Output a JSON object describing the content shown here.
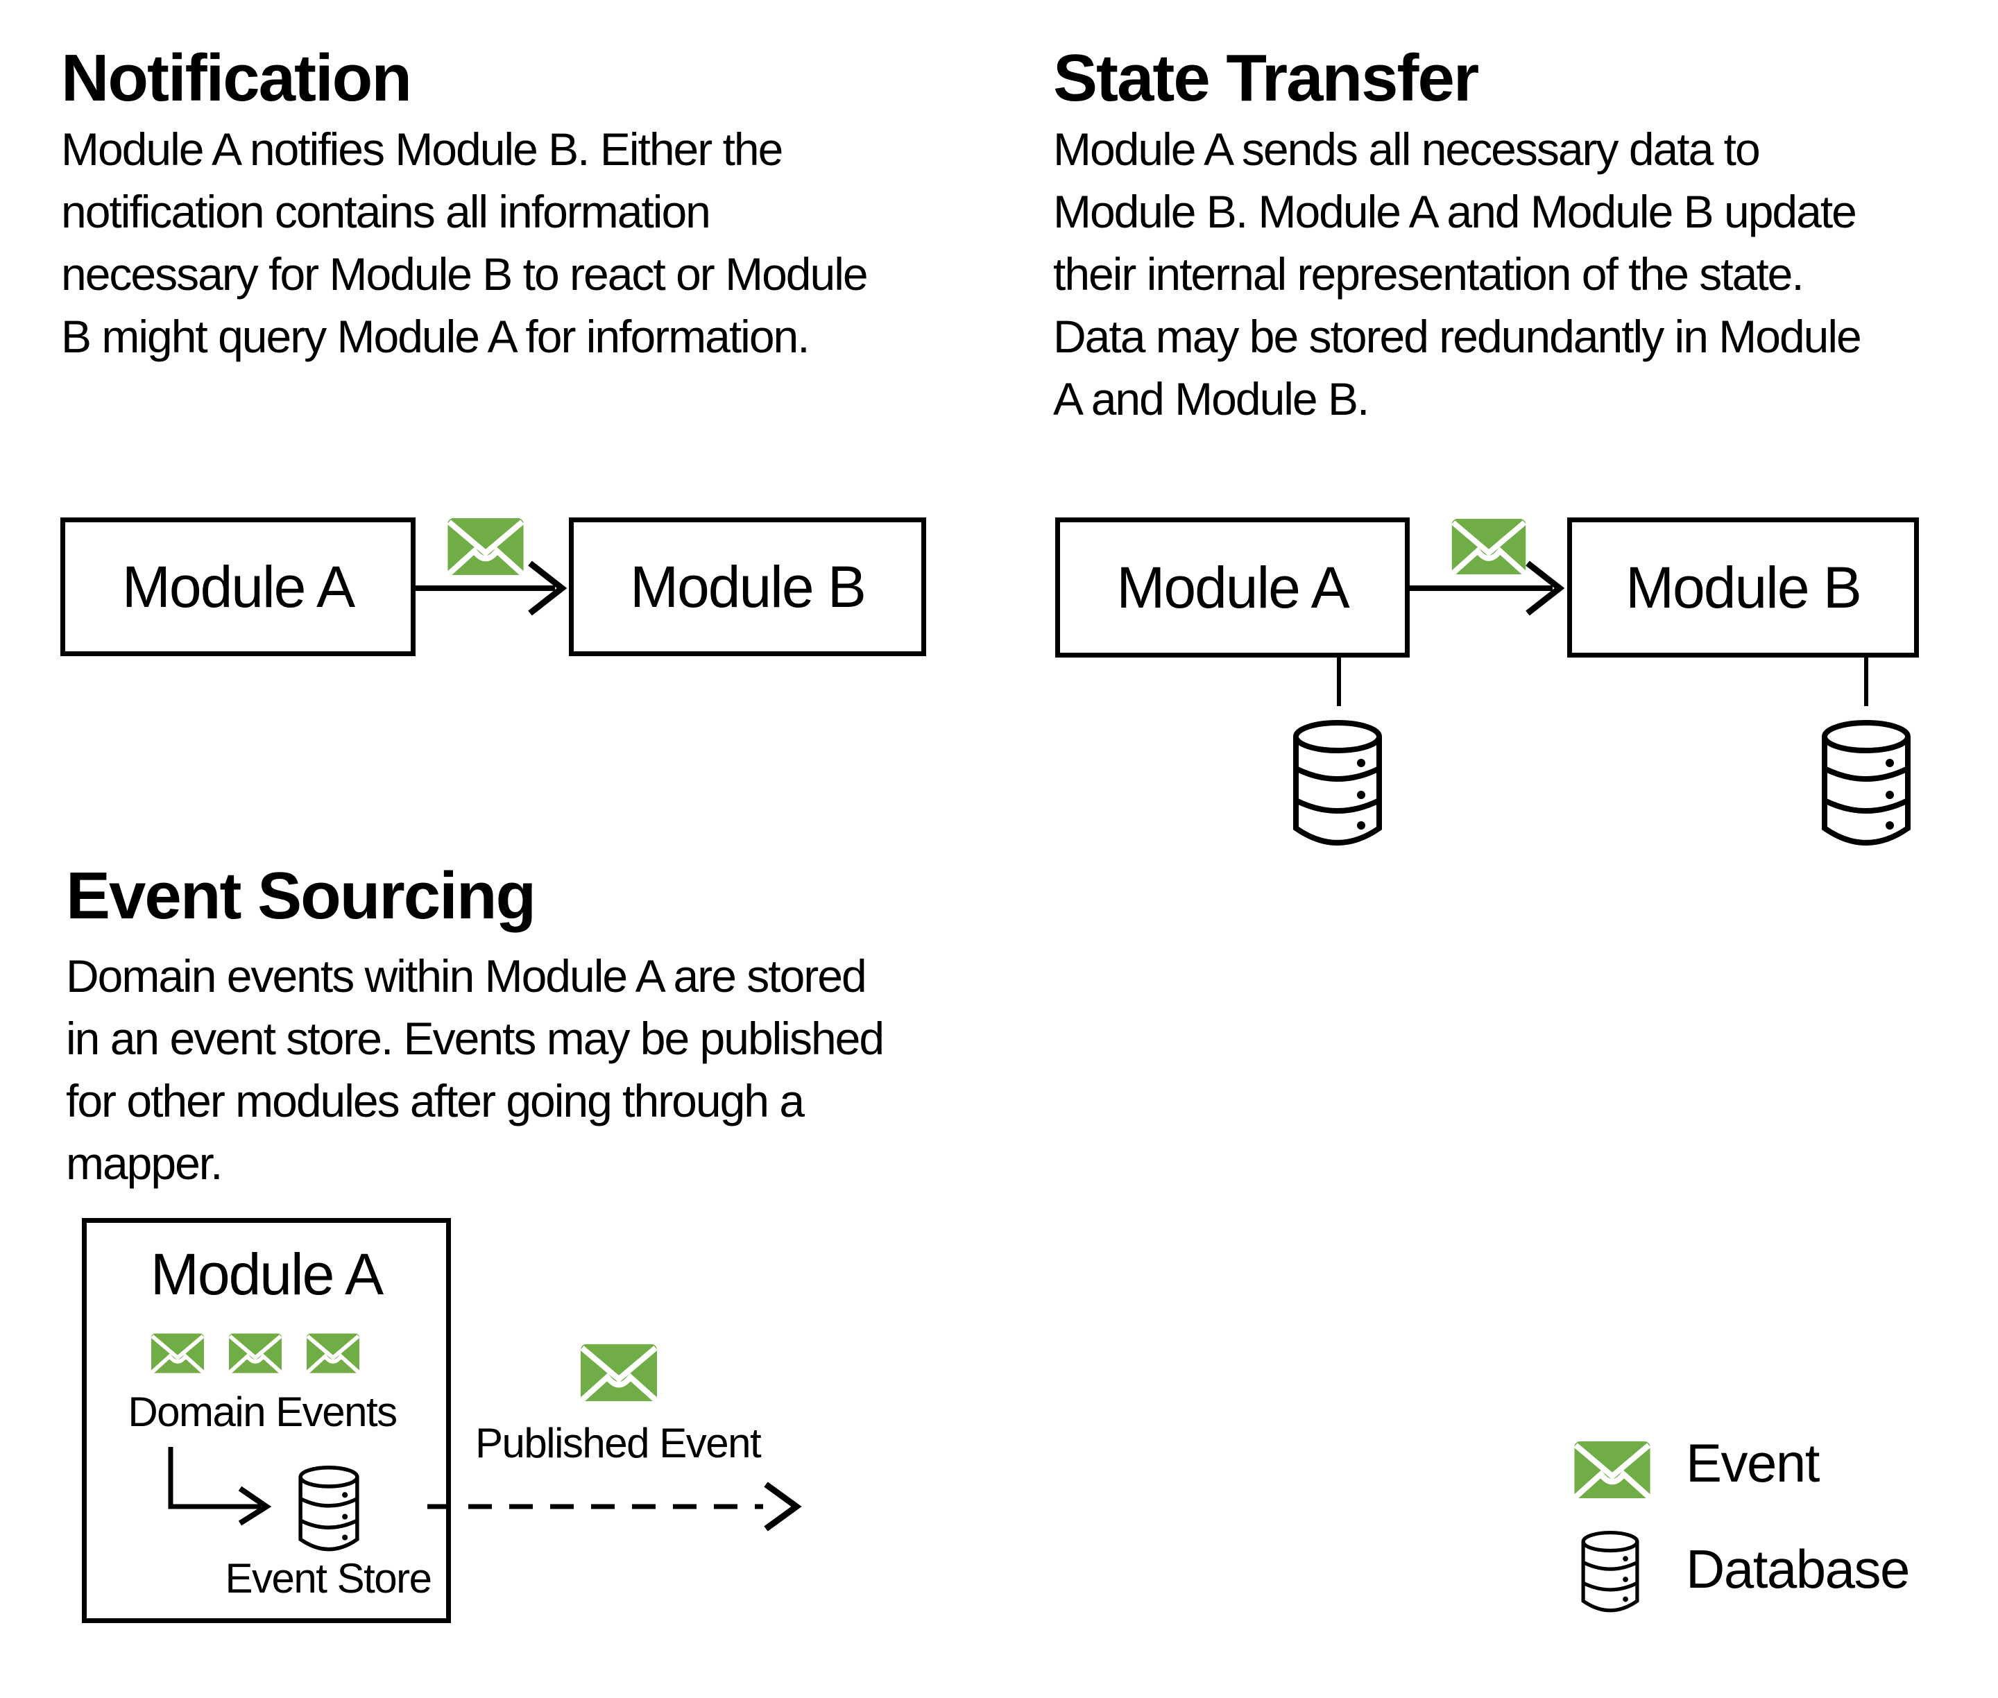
{
  "colors": {
    "event_green": "#70AD47",
    "ink": "#000000",
    "background": "#FFFFFF"
  },
  "sections": {
    "notification": {
      "title": "Notification",
      "body": "Module A notifies Module B. Either the\nnotification contains all information\nnecessary for Module B to react or Module\nB might query Module A for information."
    },
    "state_transfer": {
      "title": "State Transfer",
      "body": "Module A sends all necessary data to\nModule B. Module A and Module B update\ntheir internal representation of the state.\nData may be stored redundantly in Module\nA and Module B."
    },
    "event_sourcing": {
      "title": "Event Sourcing",
      "body": "Domain events within Module A are stored\nin an event store. Events may be published\nfor other modules after going through a\nmapper."
    }
  },
  "diagrams": {
    "notification": {
      "module_a": "Module A",
      "module_b": "Module B"
    },
    "state_transfer": {
      "module_a": "Module A",
      "module_b": "Module B"
    },
    "event_sourcing": {
      "module_a": "Module A",
      "domain_events_label": "Domain Events",
      "event_store_label": "Event Store",
      "published_event_label": "Published Event"
    }
  },
  "legend": {
    "event_label": "Event",
    "database_label": "Database"
  },
  "icons": {
    "event": "envelope-icon",
    "database": "database-cylinder-icon"
  }
}
